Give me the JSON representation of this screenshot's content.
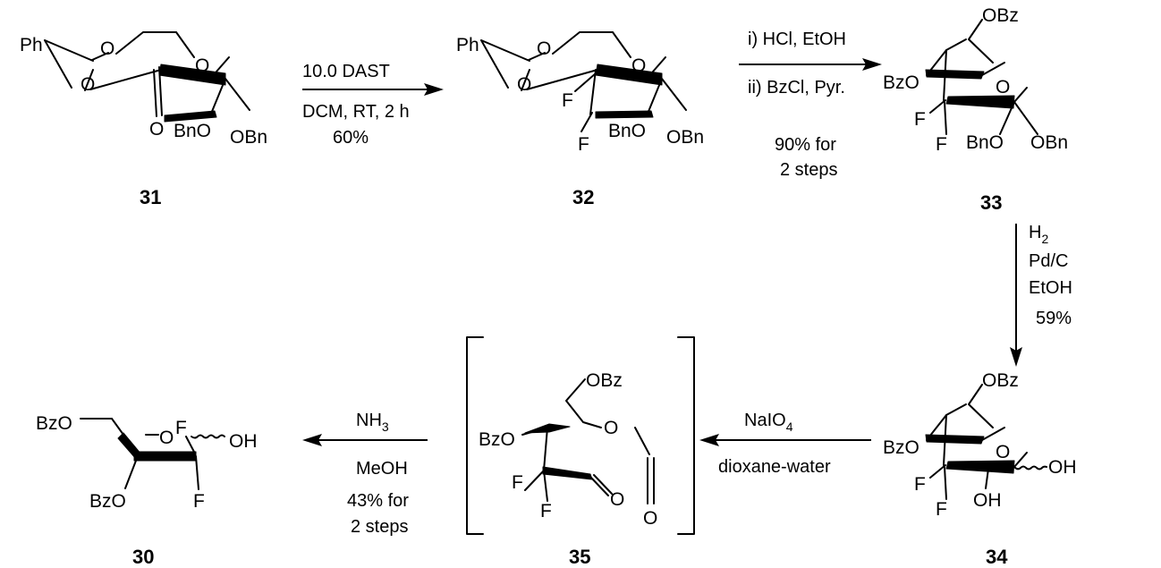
{
  "compounds": {
    "c31": {
      "number": "31",
      "labels": {
        "ph": "Ph",
        "o_acetal_top": "O",
        "o_acetal_bottom": "O",
        "o_ring": "O",
        "ketone_o": "O",
        "bno": "BnO",
        "obn": "OBn"
      }
    },
    "c32": {
      "number": "32",
      "labels": {
        "ph": "Ph",
        "o_acetal_top": "O",
        "o_acetal_bottom": "O",
        "o_ring": "O",
        "f_top": "F",
        "f_bottom": "F",
        "bno": "BnO",
        "obn": "OBn"
      }
    },
    "c33": {
      "number": "33",
      "labels": {
        "obz_top": "OBz",
        "bzo": "BzO",
        "o_ring": "O",
        "f_top": "F",
        "f_bottom": "F",
        "bno": "BnO",
        "obn": "OBn"
      }
    },
    "c34": {
      "number": "34",
      "labels": {
        "obz_top": "OBz",
        "bzo": "BzO",
        "o_ring": "O",
        "f_top": "F",
        "f_bottom": "F",
        "oh_c2": "OH",
        "oh_anomeric": "OH"
      }
    },
    "c35": {
      "number": "35",
      "labels": {
        "obz_top": "OBz",
        "bzo": "BzO",
        "o_formate": "O",
        "o_formate_carbonyl": "O",
        "o_aldehyde": "O",
        "f_top": "F",
        "f_bottom": "F"
      }
    },
    "c30": {
      "number": "30",
      "labels": {
        "bzo_top": "BzO",
        "bzo_bottom": "BzO",
        "o_ring": "O",
        "f_top": "F",
        "f_bottom": "F",
        "oh": "OH"
      }
    }
  },
  "steps": {
    "s1": {
      "above": "10.0 DAST",
      "below1": "DCM, RT, 2 h",
      "below2": "60%"
    },
    "s2": {
      "above": "i) HCl, EtOH",
      "below1": "ii) BzCl, Pyr.",
      "below2": "90% for",
      "below3": "2 steps"
    },
    "s3": {
      "line1": "H",
      "line1_sub": "2",
      "line2": "Pd/C",
      "line3": "EtOH",
      "line4": "59%"
    },
    "s4": {
      "above": "NaIO",
      "above_sub": "4",
      "below": "dioxane-water"
    },
    "s5": {
      "above": "NH",
      "above_sub": "3",
      "below1": "MeOH",
      "below2": "43% for",
      "below3": "2 steps"
    }
  }
}
